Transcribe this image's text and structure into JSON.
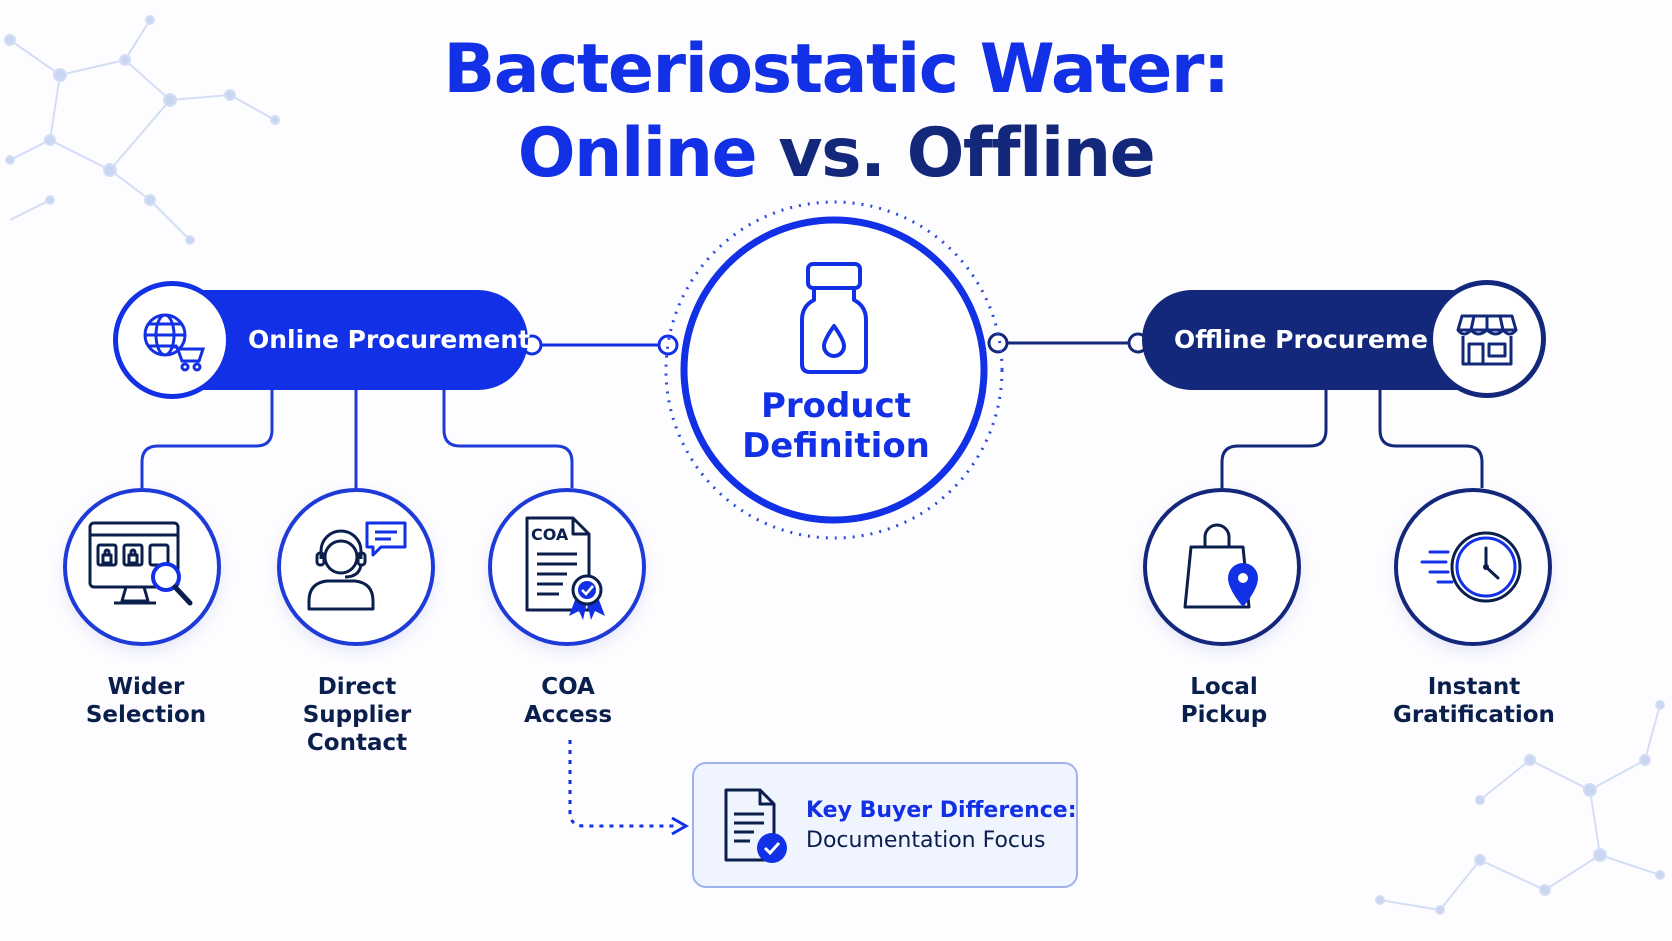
{
  "title": {
    "line1": "Bacteriostatic Water:",
    "line2_part1": "Online",
    "line2_part2": " vs. ",
    "line2_part3": "Offline"
  },
  "center": {
    "line1": "Product",
    "line2": "Definition",
    "icon": "vial-icon"
  },
  "online": {
    "label": "Online Procurement",
    "icon": "globe-cart-icon",
    "features": [
      {
        "lines": [
          "Wider",
          "Selection"
        ],
        "icon": "monitor-search-icon"
      },
      {
        "lines": [
          "Direct",
          "Supplier",
          "Contact"
        ],
        "icon": "support-agent-icon"
      },
      {
        "lines": [
          "COA",
          "Access"
        ],
        "icon": "certificate-document-icon",
        "icon_text": "COA"
      }
    ]
  },
  "offline": {
    "label": "Offline Procurement",
    "icon": "storefront-icon",
    "features": [
      {
        "lines": [
          "Local",
          "Pickup"
        ],
        "icon": "shopping-bag-location-icon"
      },
      {
        "lines": [
          "Instant",
          "Gratification"
        ],
        "icon": "fast-clock-icon"
      }
    ]
  },
  "callout": {
    "line1": "Key Buyer Difference:",
    "line2": "Documentation Focus",
    "icon": "document-check-icon"
  },
  "colors": {
    "primary": "#1230e6",
    "navy": "#13287a",
    "text": "#0b1f4d",
    "callout_bg": "#f0f4ff",
    "decor": "#c9d6f2"
  }
}
